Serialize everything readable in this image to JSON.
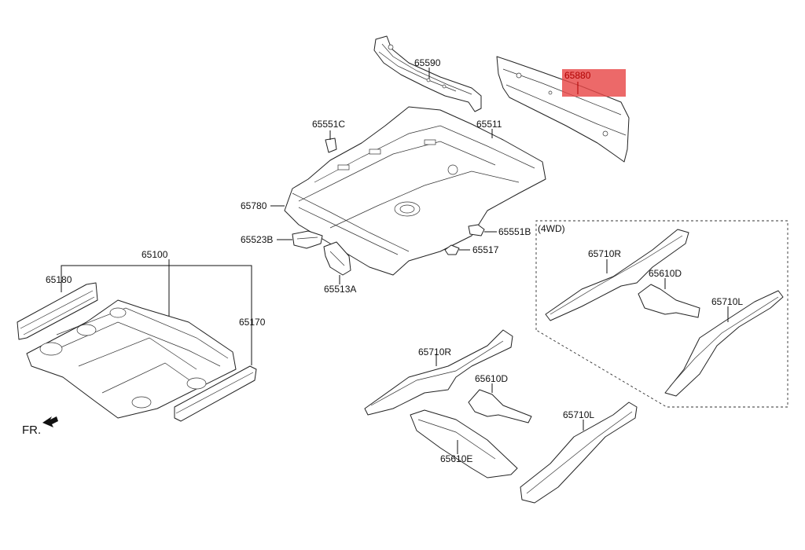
{
  "diagram": {
    "title": "Floor panel parts diagram",
    "front_indicator": "FR.",
    "group_label": "(4WD)",
    "highlight_color": "#e84848",
    "highlighted_part": "65880",
    "labels": {
      "p65590": "65590",
      "p65880": "65880",
      "p65551C": "65551C",
      "p65511": "65511",
      "p65780": "65780",
      "p65523B": "65523B",
      "p65551B": "65551B",
      "p65517": "65517",
      "p65513A": "65513A",
      "p65100": "65100",
      "p65180": "65180",
      "p65170": "65170",
      "p65710R": "65710R",
      "p65610D": "65610D",
      "p65610E": "65610E",
      "p65710L": "65710L",
      "p4wd_65710R": "65710R",
      "p4wd_65610D": "65610D",
      "p4wd_65710L": "65710L"
    }
  }
}
